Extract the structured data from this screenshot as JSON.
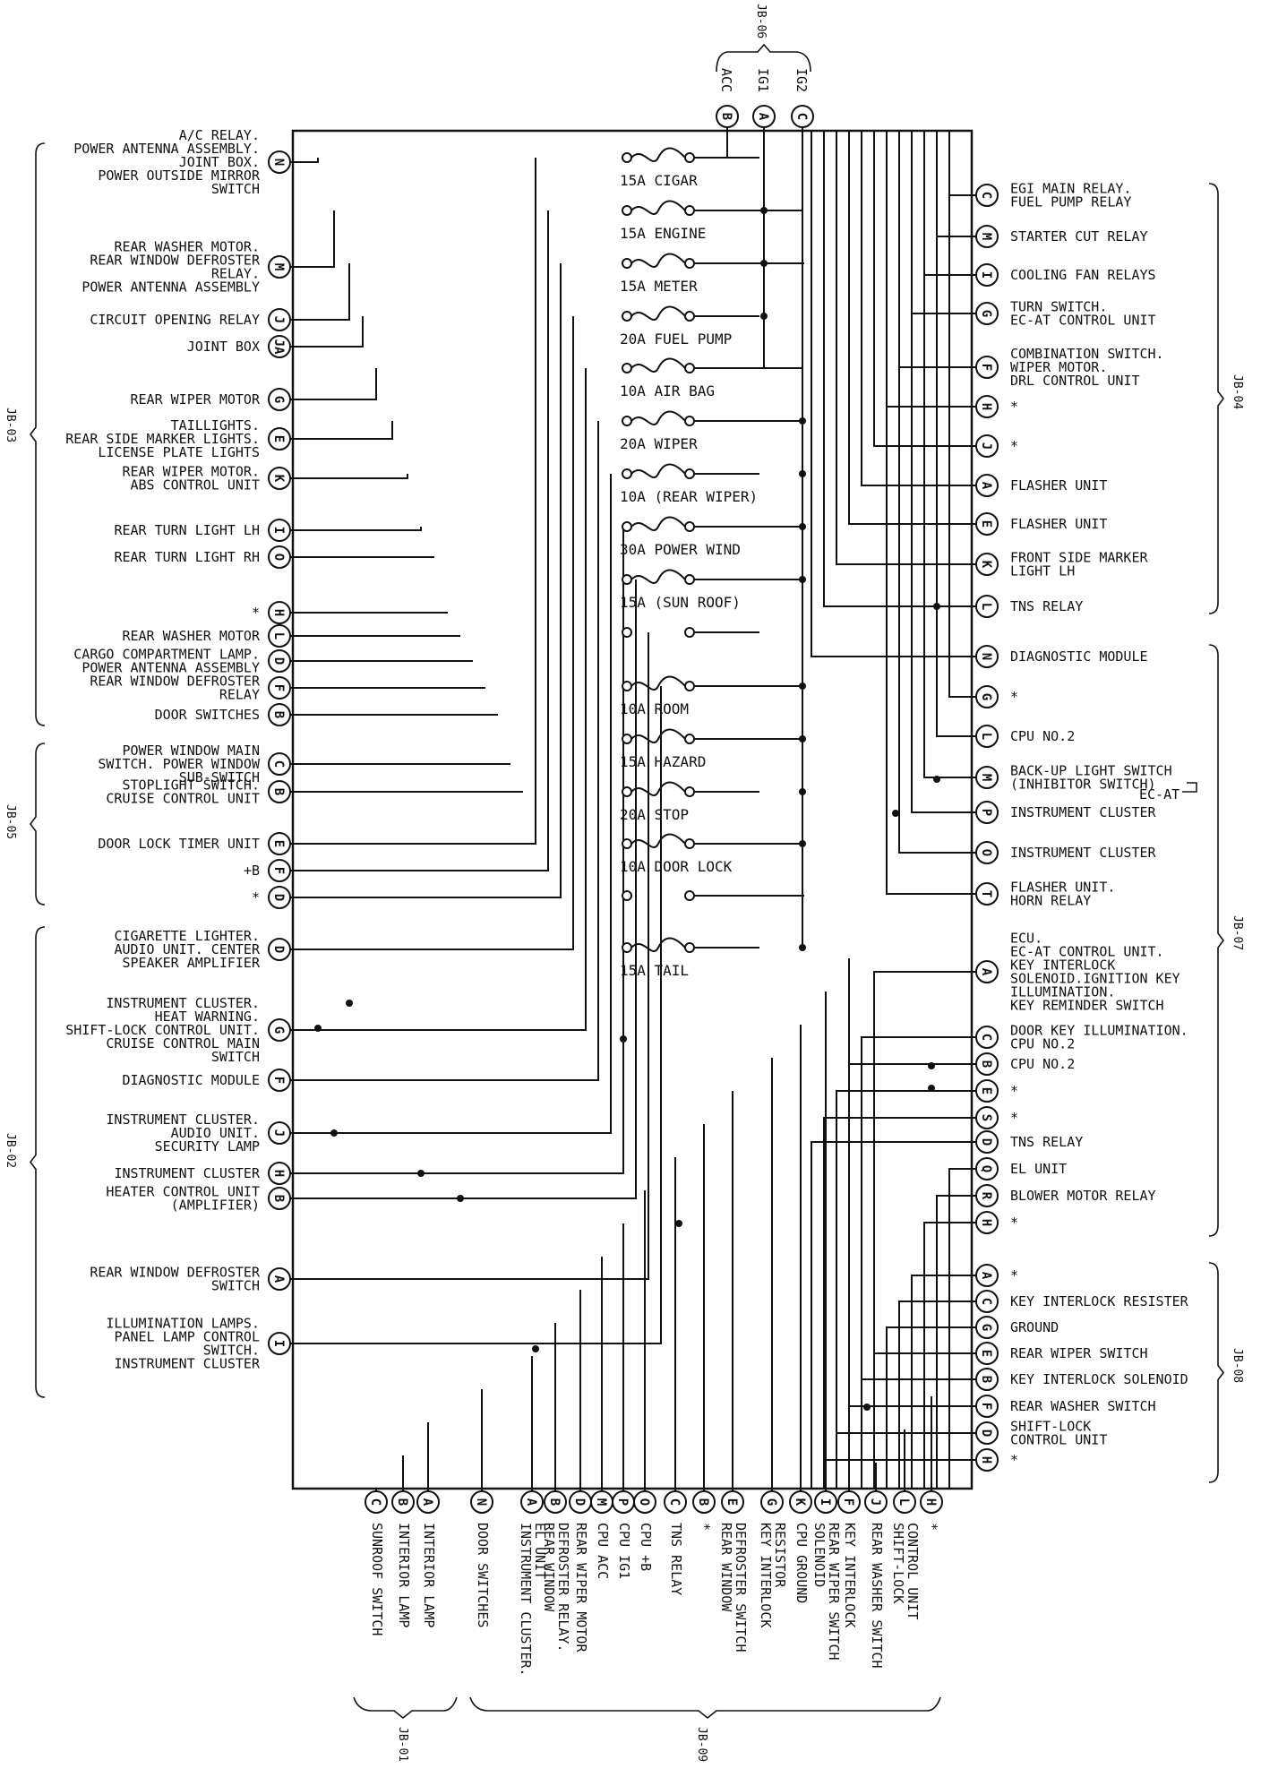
{
  "box": {
    "name": "fuse box"
  },
  "fuses": [
    {
      "label": "15A CIGAR",
      "type": "fuse"
    },
    {
      "label": "15A ENGINE",
      "type": "fuse"
    },
    {
      "label": "15A METER",
      "type": "fuse"
    },
    {
      "label": "20A FUEL PUMP",
      "type": "fuse"
    },
    {
      "label": "10A AIR BAG",
      "type": "fuse"
    },
    {
      "label": "20A WIPER",
      "type": "fuse"
    },
    {
      "label": "10A (REAR WIPER)",
      "type": "fuse"
    },
    {
      "label": "30A POWER WIND",
      "type": "fuse"
    },
    {
      "label": "15A (SUN ROOF)",
      "type": "fuse"
    },
    {
      "label": "",
      "type": "open"
    },
    {
      "label": "10A ROOM",
      "type": "fuse"
    },
    {
      "label": "15A HAZARD",
      "type": "fuse"
    },
    {
      "label": "20A STOP",
      "type": "fuse"
    },
    {
      "label": "10A DOOR LOCK",
      "type": "fuse"
    },
    {
      "label": "",
      "type": "open"
    },
    {
      "label": "15A TAIL",
      "type": "fuse"
    }
  ],
  "top_terminals": [
    {
      "letter": "B",
      "label": "ACC"
    },
    {
      "letter": "A",
      "label": "IG1"
    },
    {
      "letter": "C",
      "label": "IG2"
    }
  ],
  "left_terminals": [
    {
      "letter": "N",
      "lines": [
        "A/C RELAY.",
        "POWER ANTENNA ASSEMBLY.",
        "JOINT BOX.",
        "POWER OUTSIDE MIRROR",
        "SWITCH"
      ]
    },
    {
      "letter": "M",
      "lines": [
        "REAR WASHER MOTOR.",
        "REAR WINDOW DEFROSTER",
        "RELAY.",
        "POWER ANTENNA ASSEMBLY"
      ]
    },
    {
      "letter": "J",
      "lines": [
        "CIRCUIT OPENING RELAY"
      ]
    },
    {
      "letter": "JA",
      "lines": [
        "JOINT BOX"
      ]
    },
    {
      "letter": "G",
      "lines": [
        "REAR WIPER MOTOR"
      ]
    },
    {
      "letter": "E",
      "lines": [
        "TAILLIGHTS.",
        "REAR SIDE MARKER LIGHTS.",
        "LICENSE PLATE LIGHTS"
      ]
    },
    {
      "letter": "K",
      "lines": [
        "REAR WIPER MOTOR.",
        "ABS CONTROL UNIT"
      ]
    },
    {
      "letter": "I",
      "lines": [
        "REAR TURN LIGHT LH"
      ]
    },
    {
      "letter": "O",
      "lines": [
        "REAR TURN LIGHT RH"
      ]
    },
    {
      "letter": "H",
      "lines": [
        "*"
      ]
    },
    {
      "letter": "L",
      "lines": [
        "REAR WASHER MOTOR"
      ]
    },
    {
      "letter": "D",
      "lines": [
        "CARGO COMPARTMENT LAMP.",
        "POWER ANTENNA ASSEMBLY"
      ]
    },
    {
      "letter": "F",
      "lines": [
        "REAR WINDOW DEFROSTER",
        "RELAY"
      ]
    },
    {
      "letter": "B",
      "lines": [
        "DOOR SWITCHES"
      ]
    },
    {
      "letter": "C",
      "lines": [
        "POWER WINDOW MAIN",
        "SWITCH. POWER WINDOW",
        "SUB-SWITCH"
      ]
    },
    {
      "letter": "B",
      "lines": [
        "STOPLIGHT SWITCH.",
        "CRUISE CONTROL UNIT"
      ]
    },
    {
      "letter": "E",
      "lines": [
        "DOOR LOCK TIMER UNIT"
      ]
    },
    {
      "letter": "F",
      "lines": [
        "+B"
      ]
    },
    {
      "letter": "D",
      "lines": [
        "*"
      ]
    },
    {
      "letter": "D",
      "lines": [
        "CIGARETTE LIGHTER.",
        "AUDIO UNIT. CENTER",
        "SPEAKER AMPLIFIER"
      ]
    },
    {
      "letter": "G",
      "lines": [
        "INSTRUMENT CLUSTER.",
        "HEAT WARNING.",
        "SHIFT-LOCK CONTROL UNIT.",
        "CRUISE CONTROL MAIN",
        "SWITCH"
      ]
    },
    {
      "letter": "F",
      "lines": [
        "DIAGNOSTIC MODULE"
      ]
    },
    {
      "letter": "J",
      "lines": [
        "INSTRUMENT CLUSTER.",
        "AUDIO UNIT.",
        "SECURITY LAMP"
      ]
    },
    {
      "letter": "H",
      "lines": [
        "INSTRUMENT CLUSTER"
      ]
    },
    {
      "letter": "B",
      "lines": [
        "HEATER CONTROL UNIT",
        "(AMPLIFIER)"
      ]
    },
    {
      "letter": "A",
      "lines": [
        "REAR WINDOW DEFROSTER",
        "SWITCH"
      ]
    },
    {
      "letter": "I",
      "lines": [
        "ILLUMINATION LAMPS.",
        "PANEL LAMP CONTROL",
        "SWITCH.",
        "INSTRUMENT CLUSTER"
      ]
    }
  ],
  "right_terminals": [
    {
      "letter": "C",
      "lines": [
        "EGI MAIN RELAY.",
        "FUEL PUMP RELAY"
      ]
    },
    {
      "letter": "M",
      "lines": [
        "STARTER CUT RELAY"
      ]
    },
    {
      "letter": "I",
      "lines": [
        "COOLING FAN RELAYS"
      ]
    },
    {
      "letter": "G",
      "lines": [
        "TURN SWITCH.",
        "EC-AT CONTROL UNIT"
      ]
    },
    {
      "letter": "F",
      "lines": [
        "COMBINATION SWITCH.",
        "WIPER MOTOR.",
        "DRL CONTROL UNIT"
      ]
    },
    {
      "letter": "H",
      "lines": [
        "*"
      ]
    },
    {
      "letter": "J",
      "lines": [
        "*"
      ]
    },
    {
      "letter": "A",
      "lines": [
        "FLASHER UNIT"
      ]
    },
    {
      "letter": "E",
      "lines": [
        "FLASHER UNIT"
      ]
    },
    {
      "letter": "K",
      "lines": [
        "FRONT SIDE MARKER",
        "LIGHT LH"
      ]
    },
    {
      "letter": "L",
      "lines": [
        "TNS RELAY"
      ]
    },
    {
      "letter": "N",
      "lines": [
        "DIAGNOSTIC MODULE"
      ]
    },
    {
      "letter": "G",
      "lines": [
        "*"
      ]
    },
    {
      "letter": "L",
      "lines": [
        "CPU NO.2"
      ]
    },
    {
      "letter": "M",
      "lines": [
        "BACK-UP LIGHT SWITCH",
        "(INHIBITOR SWITCH)"
      ]
    },
    {
      "letter": "P",
      "lines": [
        "INSTRUMENT CLUSTER"
      ]
    },
    {
      "letter": "O",
      "lines": [
        "INSTRUMENT CLUSTER"
      ]
    },
    {
      "letter": "T",
      "lines": [
        "FLASHER UNIT.",
        "HORN RELAY"
      ]
    },
    {
      "letter": "A",
      "lines": [
        "ECU.",
        "EC-AT CONTROL UNIT.",
        "KEY INTERLOCK",
        "SOLENOID.IGNITION KEY",
        "ILLUMINATION.",
        "KEY REMINDER SWITCH"
      ]
    },
    {
      "letter": "C",
      "lines": [
        "DOOR KEY ILLUMINATION.",
        "CPU NO.2"
      ]
    },
    {
      "letter": "B",
      "lines": [
        "CPU NO.2"
      ]
    },
    {
      "letter": "E",
      "lines": [
        "*"
      ]
    },
    {
      "letter": "S",
      "lines": [
        "*"
      ]
    },
    {
      "letter": "D",
      "lines": [
        "TNS RELAY"
      ]
    },
    {
      "letter": "Q",
      "lines": [
        "EL UNIT"
      ]
    },
    {
      "letter": "R",
      "lines": [
        "BLOWER MOTOR RELAY"
      ]
    },
    {
      "letter": "H",
      "lines": [
        "*"
      ]
    },
    {
      "letter": "A",
      "lines": [
        "*"
      ]
    },
    {
      "letter": "C",
      "lines": [
        "KEY INTERLOCK RESISTER"
      ]
    },
    {
      "letter": "G",
      "lines": [
        "GROUND"
      ]
    },
    {
      "letter": "E",
      "lines": [
        "REAR WIPER SWITCH"
      ]
    },
    {
      "letter": "B",
      "lines": [
        "KEY INTERLOCK SOLENOID"
      ]
    },
    {
      "letter": "F",
      "lines": [
        "REAR WASHER SWITCH"
      ]
    },
    {
      "letter": "D",
      "lines": [
        "SHIFT-LOCK",
        "CONTROL UNIT"
      ]
    },
    {
      "letter": "H",
      "lines": [
        "*"
      ]
    }
  ],
  "ecat_note": "EC-AT",
  "bottom_terminals": [
    {
      "letter": "C",
      "lines": [
        "SUNROOF SWITCH"
      ]
    },
    {
      "letter": "B",
      "lines": [
        "INTERIOR LAMP"
      ]
    },
    {
      "letter": "A",
      "lines": [
        "INTERIOR LAMP"
      ]
    },
    {
      "letter": "N",
      "lines": [
        "DOOR SWITCHES"
      ]
    },
    {
      "letter": "A",
      "lines": [
        "INSTRUMENT CLUSTER.",
        "EL UNIT"
      ]
    },
    {
      "letter": "B",
      "lines": [
        "REAR WINDOW",
        "DEFROSTER RELAY."
      ]
    },
    {
      "letter": "D",
      "lines": [
        "REAR WIPER MOTOR"
      ]
    },
    {
      "letter": "M",
      "lines": [
        "CPU ACC"
      ]
    },
    {
      "letter": "P",
      "lines": [
        "CPU IG1"
      ]
    },
    {
      "letter": "O",
      "lines": [
        "CPU +B"
      ]
    },
    {
      "letter": "C",
      "lines": [
        "TNS RELAY"
      ]
    },
    {
      "letter": "B",
      "lines": [
        "*"
      ]
    },
    {
      "letter": "E",
      "lines": [
        "REAR WINDOW",
        "DEFROSTER SWITCH"
      ]
    },
    {
      "letter": "G",
      "lines": [
        "KEY INTERLOCK",
        "RESISTOR"
      ]
    },
    {
      "letter": "K",
      "lines": [
        "CPU GROUND"
      ]
    },
    {
      "letter": "I",
      "lines": [
        "SOLENOID",
        "REAR WIPER SWITCH"
      ]
    },
    {
      "letter": "F",
      "lines": [
        "KEY INTERLOCK"
      ]
    },
    {
      "letter": "J",
      "lines": [
        "REAR WASHER SWITCH"
      ]
    },
    {
      "letter": "L",
      "lines": [
        "SHIFT-LOCK",
        "CONTROL UNIT"
      ]
    },
    {
      "letter": "H",
      "lines": [
        "*"
      ]
    }
  ],
  "groups": {
    "top": "JB-06",
    "left": [
      "JB-03",
      "JB-05",
      "JB-02"
    ],
    "right": [
      "JB-04",
      "JB-07",
      "JB-08"
    ],
    "bottom": [
      "JB-01",
      "JB-09"
    ]
  }
}
